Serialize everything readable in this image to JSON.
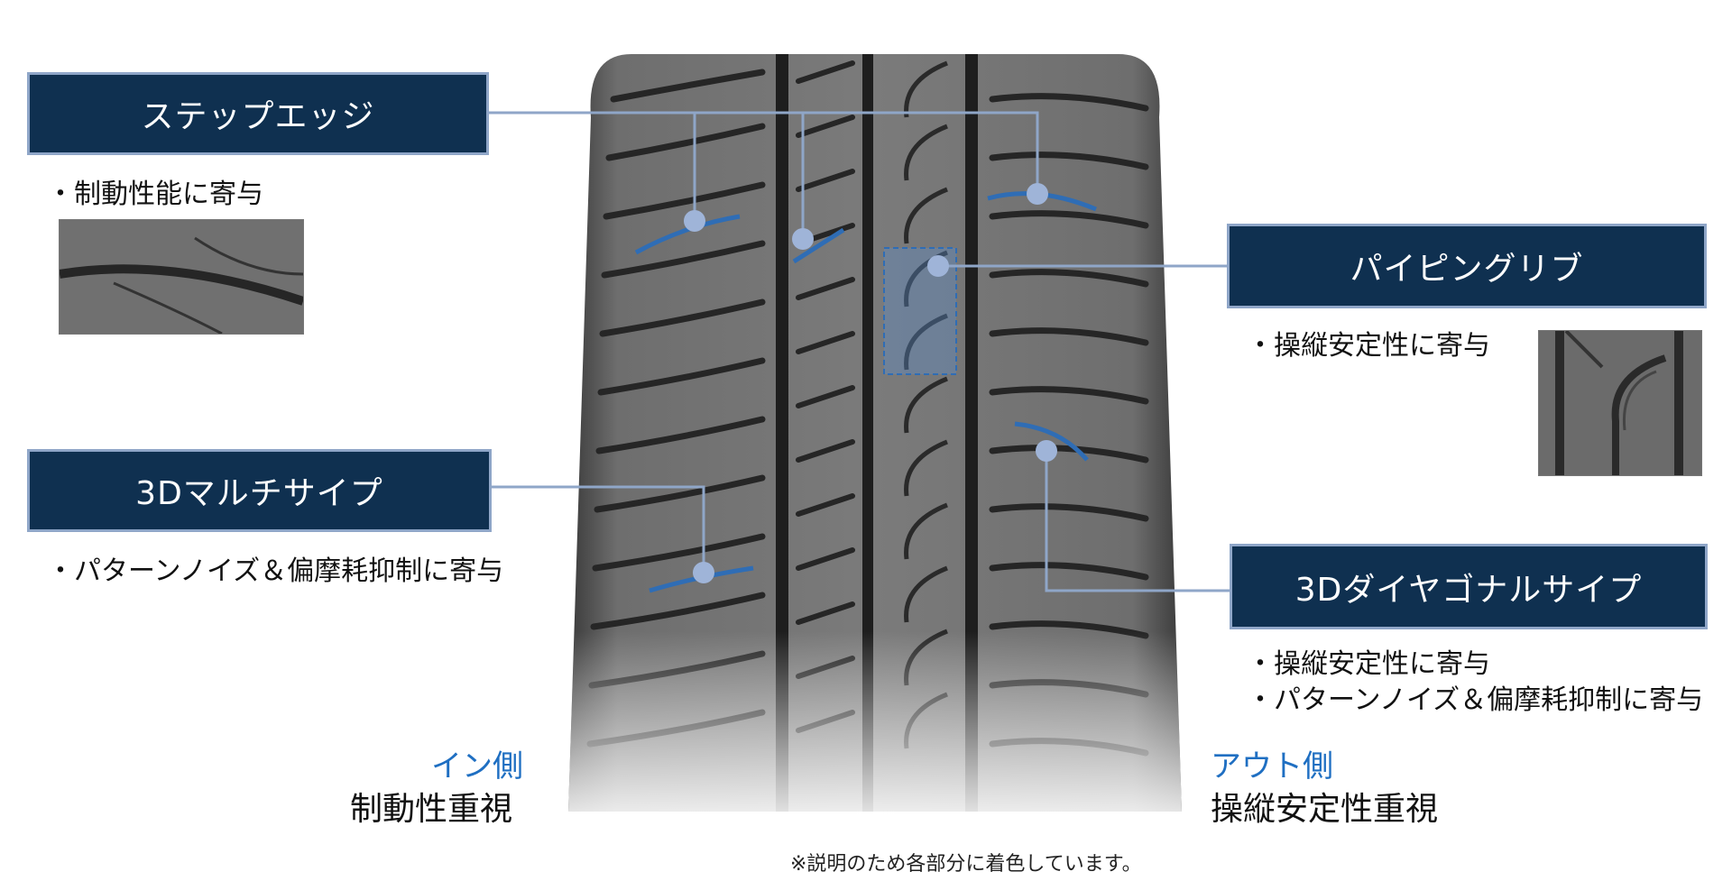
{
  "features": [
    {
      "id": "step-edge",
      "title": "ステップエッジ",
      "bullets": [
        "・制動性能に寄与"
      ]
    },
    {
      "id": "3d-multi-sipe",
      "title": "3Dマルチサイプ",
      "bullets": [
        "・パターンノイズ＆偏摩耗抑制に寄与"
      ]
    },
    {
      "id": "piping-rib",
      "title": "パイピングリブ",
      "bullets": [
        "・操縦安定性に寄与"
      ]
    },
    {
      "id": "3d-diagonal-sipe",
      "title": "3Dダイヤゴナルサイプ",
      "bullets": [
        "・操縦安定性に寄与",
        "・パターンノイズ＆偏摩耗抑制に寄与"
      ]
    }
  ],
  "sides": {
    "in": {
      "label": "イン側",
      "emphasis": "制動性重視"
    },
    "out": {
      "label": "アウト側",
      "emphasis": "操縦安定性重視"
    }
  },
  "note": "※説明のため各部分に着色しています。",
  "colors": {
    "label_bg": "#0f3050",
    "label_border": "#8fa6c8",
    "leader_line": "#8fa6c8",
    "highlight_blue": "#2f6db5",
    "side_label_blue": "#1f6fc2"
  }
}
